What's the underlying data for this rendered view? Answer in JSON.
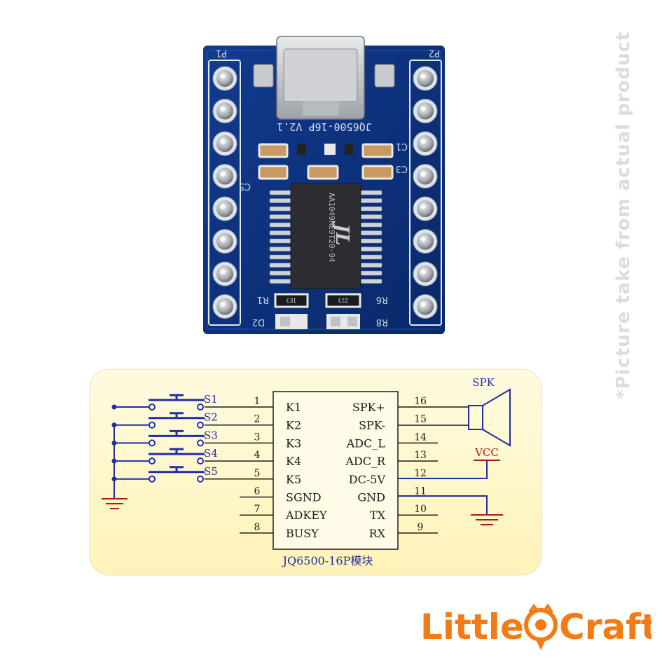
{
  "watermark": "*Picture take from actual product",
  "board": {
    "header_left": "P1",
    "header_right": "P2",
    "version": "JQ6500-16P V2.1",
    "chip_text_1": "AA1049HE9T20-94",
    "chip_logo": "JL",
    "labels": {
      "c1": "C1",
      "c3": "C3",
      "c5": "C5",
      "r1": "R1",
      "r6": "R6",
      "r8": "R8",
      "d2": "D2"
    },
    "resistor_codes": [
      "1E3",
      "223"
    ]
  },
  "schematic": {
    "module_label": "JQ6500-16P模块",
    "switches": [
      "S1",
      "S2",
      "S3",
      "S4",
      "S5"
    ],
    "left_pins": [
      {
        "num": "1",
        "name": "K1"
      },
      {
        "num": "2",
        "name": "K2"
      },
      {
        "num": "3",
        "name": "K3"
      },
      {
        "num": "4",
        "name": "K4"
      },
      {
        "num": "5",
        "name": "K5"
      },
      {
        "num": "6",
        "name": "SGND"
      },
      {
        "num": "7",
        "name": "ADKEY"
      },
      {
        "num": "8",
        "name": "BUSY"
      }
    ],
    "right_pins": [
      {
        "num": "16",
        "name": "SPK+"
      },
      {
        "num": "15",
        "name": "SPK-"
      },
      {
        "num": "14",
        "name": "ADC_L"
      },
      {
        "num": "13",
        "name": "ADC_R"
      },
      {
        "num": "12",
        "name": "DC-5V"
      },
      {
        "num": "11",
        "name": "GND"
      },
      {
        "num": "10",
        "name": "TX"
      },
      {
        "num": "9",
        "name": "RX"
      }
    ],
    "spk_label": "SPK",
    "vcc_label": "VCC",
    "colors": {
      "pcb": "#0b2f7a",
      "wire": "#1f2ea0",
      "power": "#b01818",
      "box": "#fff7c8"
    }
  },
  "brand": {
    "word1": "Little",
    "word2": "Craft",
    "color": "#f47b14"
  }
}
